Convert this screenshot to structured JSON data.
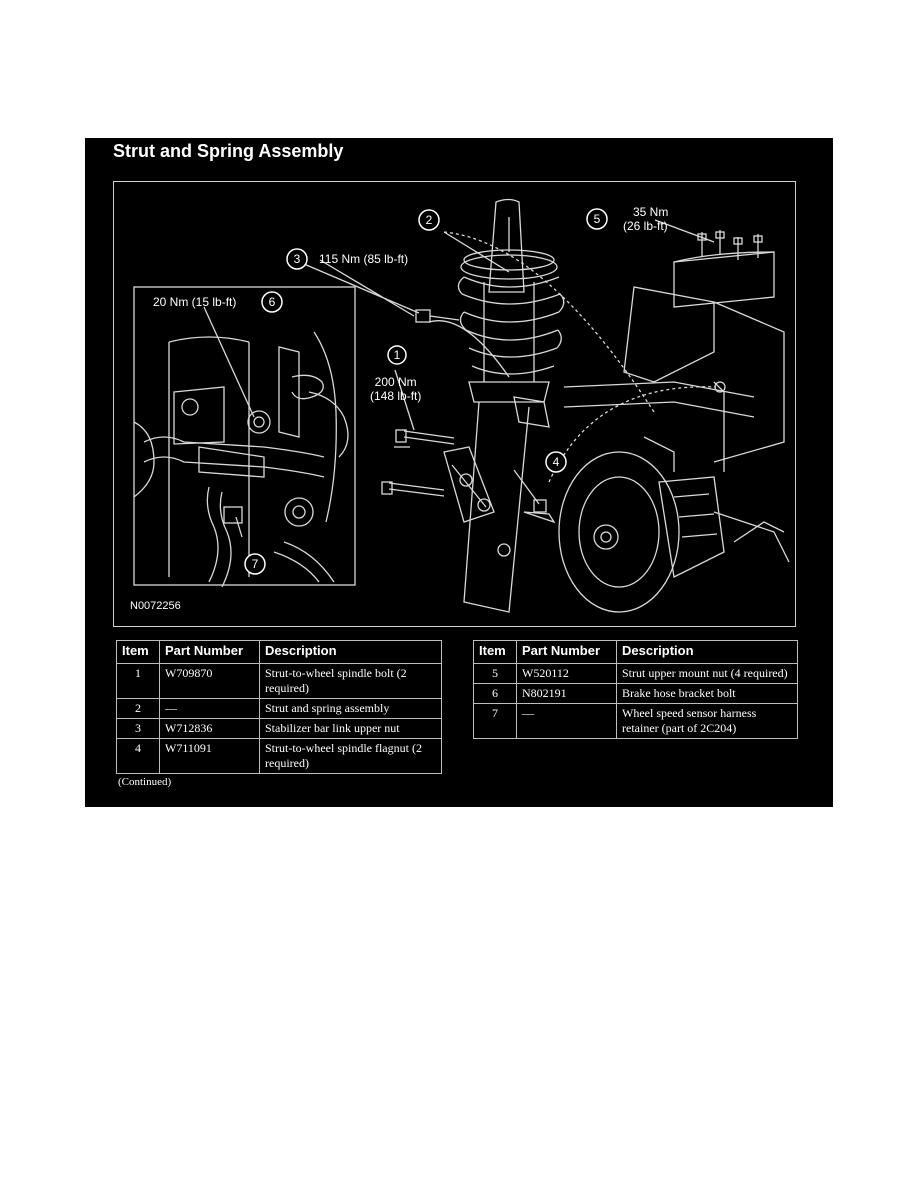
{
  "title": "Strut and Spring Assembly",
  "figure": {
    "id": "N0072256",
    "callouts": {
      "c1": {
        "number": "1",
        "label_line1": "200 Nm",
        "label_line2": "(148 lb-ft)"
      },
      "c2": {
        "number": "2"
      },
      "c3": {
        "number": "3",
        "label": "115 Nm (85 lb-ft)"
      },
      "c4": {
        "number": "4"
      },
      "c5": {
        "number": "5",
        "label_line1": "35 Nm",
        "label_line2": "(26 lb-ft)"
      },
      "c6": {
        "number": "6",
        "label": "20 Nm (15 lb-ft)"
      },
      "c7": {
        "number": "7"
      }
    }
  },
  "table_headers": {
    "item": "Item",
    "part_number": "Part Number",
    "description": "Description"
  },
  "left_table": [
    {
      "item": "1",
      "part_number": "W709870",
      "description": "Strut-to-wheel spindle bolt (2 required)"
    },
    {
      "item": "2",
      "part_number": "—",
      "description": "Strut and spring assembly"
    },
    {
      "item": "3",
      "part_number": "W712836",
      "description": "Stabilizer bar link upper nut"
    },
    {
      "item": "4",
      "part_number": "W711091",
      "description": "Strut-to-wheel spindle flagnut (2 required)"
    }
  ],
  "right_table": [
    {
      "item": "5",
      "part_number": "W520112",
      "description": "Strut upper mount nut (4 required)"
    },
    {
      "item": "6",
      "part_number": "N802191",
      "description": "Brake hose bracket bolt"
    },
    {
      "item": "7",
      "part_number": "—",
      "description": "Wheel speed sensor harness retainer (part of 2C204)"
    }
  ],
  "continued": "(Continued)",
  "colors": {
    "panel_bg": "#000000",
    "text": "#ffffff",
    "line_art": "#d9d9d9"
  }
}
